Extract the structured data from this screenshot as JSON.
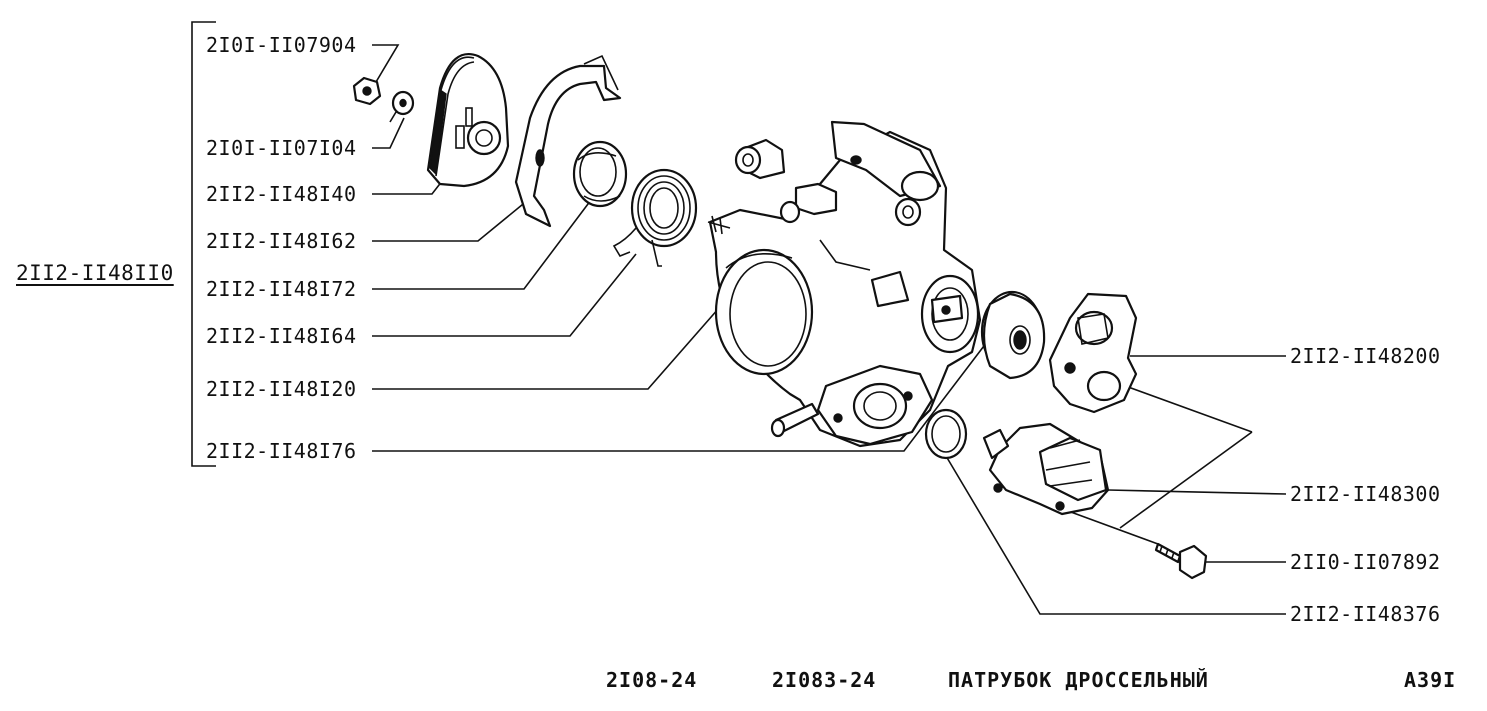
{
  "assembly": {
    "number": "2II2-II48II0"
  },
  "callouts_left": [
    {
      "id": "nut",
      "label": "2I0I-II07904"
    },
    {
      "id": "lock-washer",
      "label": "2I0I-II07I04"
    },
    {
      "id": "throttle-sector",
      "label": "2II2-II48I40"
    },
    {
      "id": "bracket",
      "label": "2II2-II48I62"
    },
    {
      "id": "bushing",
      "label": "2II2-II48I72"
    },
    {
      "id": "return-spring",
      "label": "2II2-II48I64"
    },
    {
      "id": "throttle-body",
      "label": "2II2-II48I20"
    },
    {
      "id": "gasket",
      "label": "2II2-II48I76"
    }
  ],
  "callouts_right": [
    {
      "id": "throttle-position-sensor",
      "label": "2II2-II48200"
    },
    {
      "id": "idle-air-control-valve",
      "label": "2II2-II48300"
    },
    {
      "id": "screw",
      "label": "2II0-II07892"
    },
    {
      "id": "o-ring",
      "label": "2II2-II48376"
    }
  ],
  "footer": {
    "model_1": "2I08-24",
    "model_2": "2I083-24",
    "title": "ПАТРУБОК ДРОССЕЛЬНЫЙ",
    "sheet": "A39I"
  }
}
